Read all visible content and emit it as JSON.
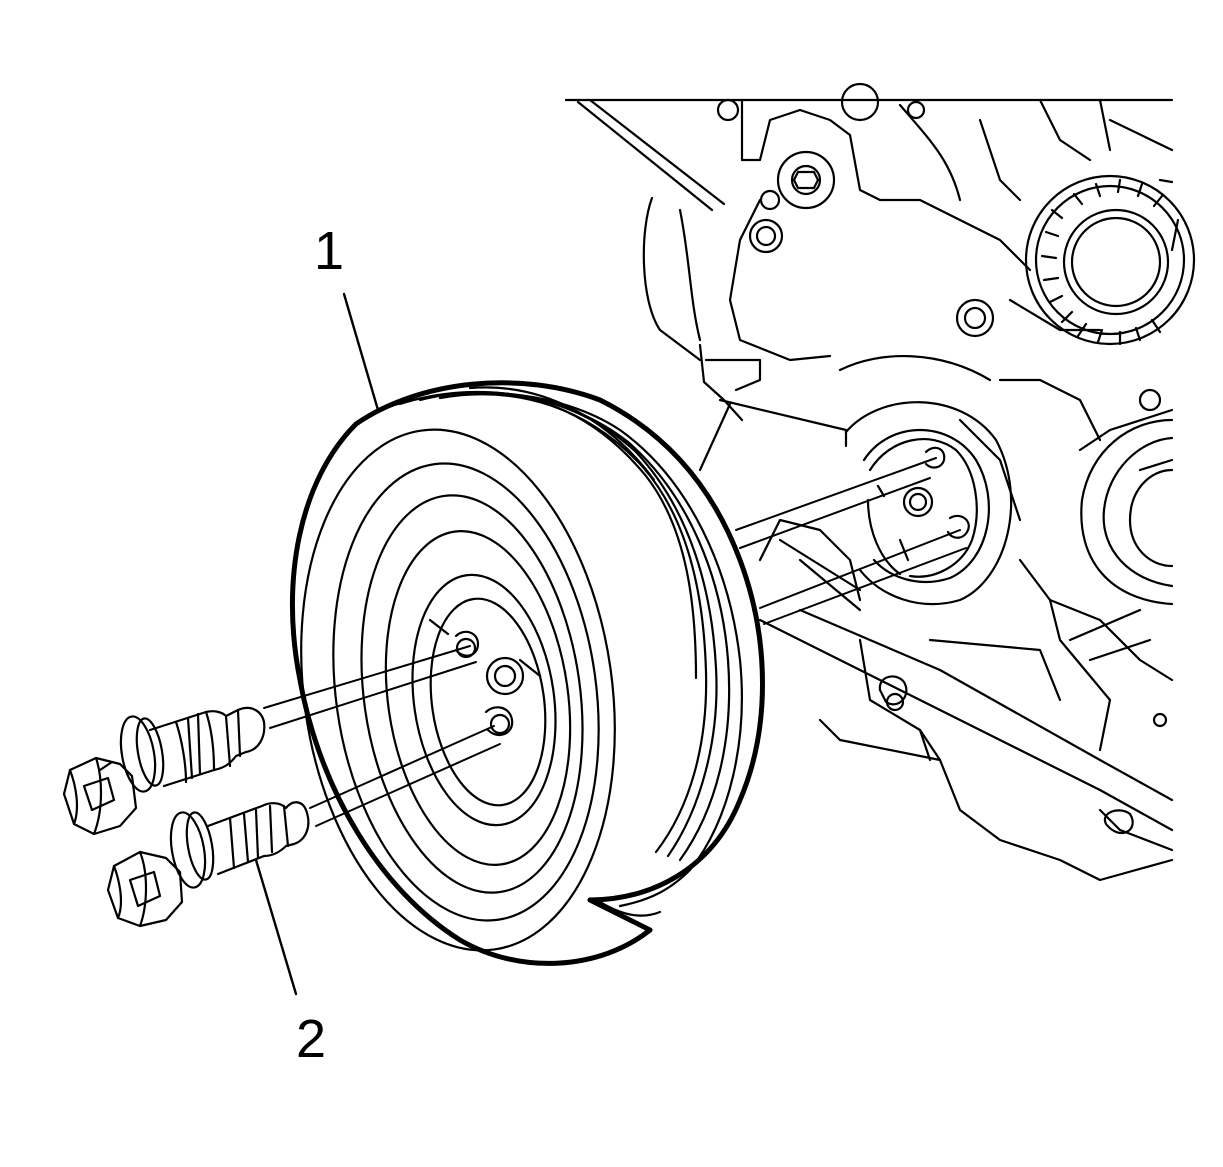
{
  "diagram": {
    "callouts": [
      {
        "id": "1",
        "text": "1",
        "part": "crankshaft-balancer-pulley"
      },
      {
        "id": "2",
        "text": "2",
        "part": "balancer-bolts"
      }
    ],
    "colors": {
      "line": "#000000",
      "background": "#ffffff"
    }
  }
}
